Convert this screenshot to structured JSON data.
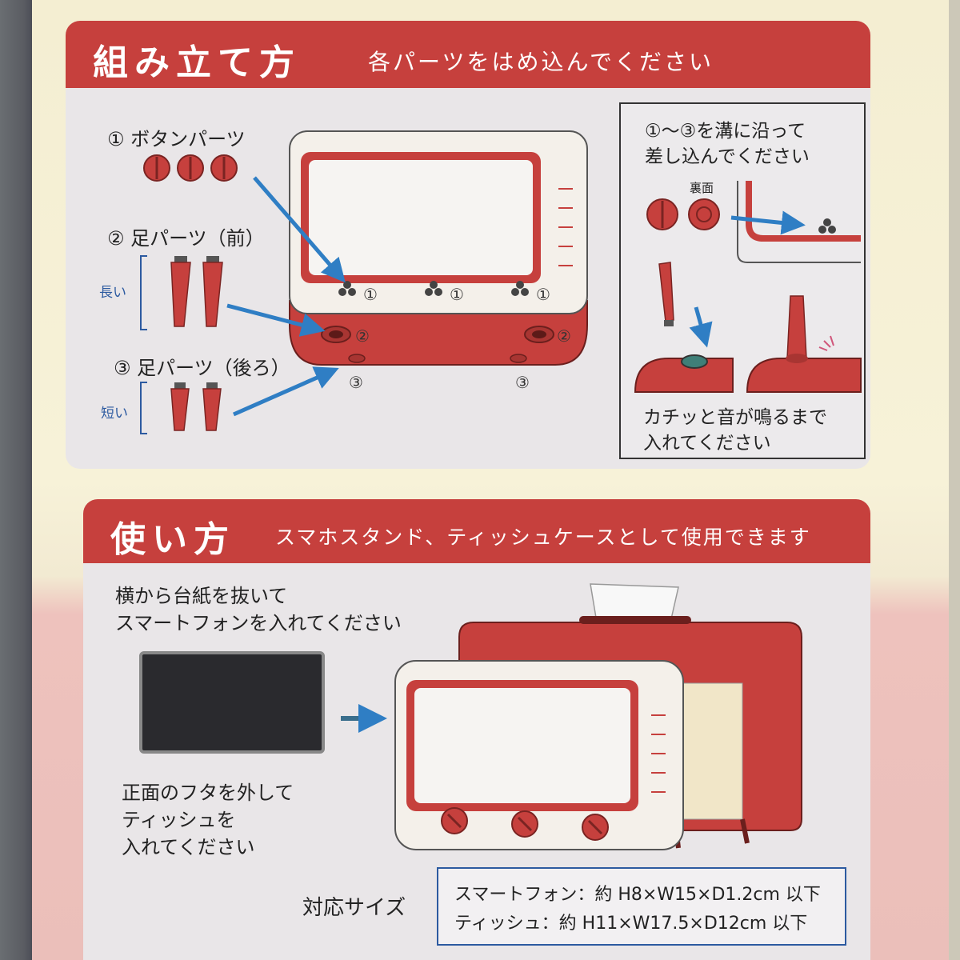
{
  "assembly": {
    "title": "組み立て方",
    "subtitle": "各パーツをはめ込んでください",
    "button_parts_label": "① ボタンパーツ",
    "front_legs_label": "② 足パーツ（前）",
    "back_legs_label": "③ 足パーツ（後ろ）",
    "long_label": "長い",
    "short_label": "短い",
    "mark1": "①",
    "mark2": "②",
    "mark3": "③",
    "inset_instruction_1": "①〜③を溝に沿って",
    "inset_instruction_2": "差し込んでください",
    "back_side_label": "裏面",
    "click_instruction_1": "カチッと音が鳴るまで",
    "click_instruction_2": "入れてください"
  },
  "usage": {
    "title": "使い方",
    "subtitle": "スマホスタンド、ティッシュケースとして使用できます",
    "phone_instruction_1": "横から台紙を抜いて",
    "phone_instruction_2": "スマートフォンを入れてください",
    "tissue_instruction_1": "正面のフタを外して",
    "tissue_instruction_2": "ティッシュを",
    "tissue_instruction_3": "入れてください",
    "size_label": "対応サイズ",
    "size_phone": "スマートフォン：約 H8×W15×D1.2cm 以下",
    "size_tissue": "ティッシュ：約 H11×W17.5×D12cm 以下"
  },
  "colors": {
    "band_red": "#c6403d",
    "panel_gray": "#e9e6e8",
    "arrow_blue": "#2f7ec4",
    "box_blue": "#2c5aa0"
  }
}
